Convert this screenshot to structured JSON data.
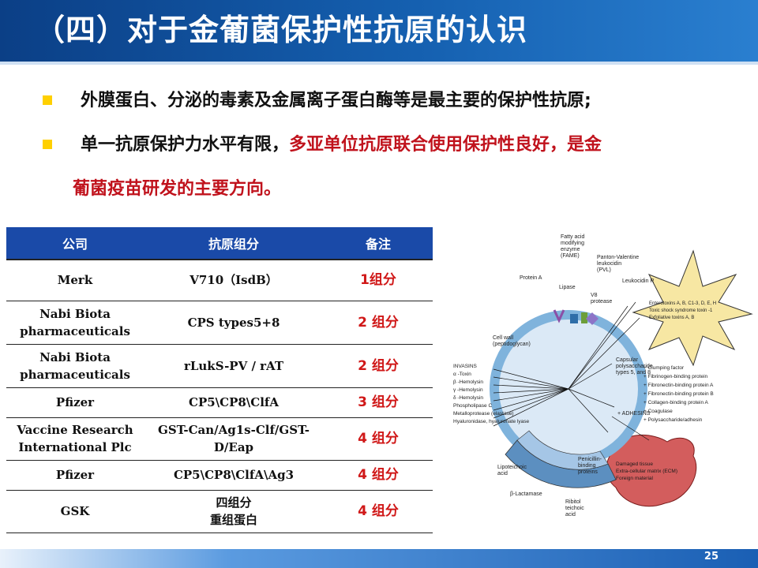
{
  "title": "（四）对于金葡菌保护性抗原的认识",
  "bullets": {
    "b1": "外膜蛋白、分泌的毒素及金属离子蛋白酶等是最主要的保护性抗原;",
    "b2_black": "单一抗原保护力水平有限，",
    "b2_red_1": "多亚单位抗原联合使用保护性良好，是金",
    "b2_red_2": "葡菌疫苗研发的主要方向。"
  },
  "table": {
    "headers": [
      "公司",
      "抗原组分",
      "备注"
    ],
    "rows": [
      {
        "company": "Merk",
        "antigen": "V710（IsdB）",
        "note": "1组分"
      },
      {
        "company": "Nabi Biota pharmaceuticals",
        "antigen": "CPS types5+8",
        "note": "2 组分"
      },
      {
        "company": "Nabi Biota pharmaceuticals",
        "antigen": "rLukS-PV / rAT",
        "note": "2 组分"
      },
      {
        "company": "Pfizer",
        "antigen": "CP5\\CP8\\ClfA",
        "note": "3 组分"
      },
      {
        "company": "Vaccine Research International Plc",
        "antigen": "GST-Can/Ag1s-Clf/GST-D/Eap",
        "note": "4 组分"
      },
      {
        "company": "Pfizer",
        "antigen": "CP5\\CP8\\ClfA\\Ag3",
        "note": "4 组分"
      },
      {
        "company": "GSK",
        "antigen_l1": "四组分",
        "antigen_l2": "重组蛋白",
        "note": "4 组分"
      }
    ]
  },
  "diagram": {
    "fatty_acid": [
      "Fatty acid",
      "modifying",
      "enzyme",
      "(FAME)"
    ],
    "pvl": [
      "Panton-Valentine",
      "leukocidin",
      "(PVL)"
    ],
    "protein_a": "Protein A",
    "lipase": "Lipase",
    "v8": [
      "V8",
      "protease"
    ],
    "leukocidin_r": "Leukocidin R",
    "toxins": [
      "Enterotoxins A, B, C1-3, D, E, H",
      "Toxic shock syndrome toxin -1",
      "Exfoliative toxins A, B"
    ],
    "cell_wall": [
      "Cell wall",
      "(peptidoglycan)"
    ],
    "capsular": [
      "Capsular",
      "polysaccharide",
      "types 5, and 8"
    ],
    "invasins": [
      "INVASINS",
      "α -Toxin",
      "β -Hemolysin",
      "γ -Hemolysin",
      "δ -Hemolysin",
      "Phospholipase C",
      "Metalloprotease (elastase)",
      "Hyaluronidase, hyaluronate lyase"
    ],
    "adhesins_list": [
      "+ Clumping factor",
      "+ Fibrinogen-binding protein",
      "+ Fibronectin-binding protein A",
      "+ Fibronectin-binding protein B",
      "+ Collagen-binding protein A",
      "+ Coagulase",
      "+ Polysaccharide/adhesin"
    ],
    "adhesins_title": "+ ADHESINS",
    "pbp": [
      "Penicillin-",
      "binding",
      "proteins"
    ],
    "lipoteichoic": [
      "Lipoteichoic",
      "acid"
    ],
    "lactamase": "β-Lactamase",
    "ribitol": [
      "Ribitol",
      "teichoic",
      "acid"
    ],
    "damaged": [
      "Damaged tissue",
      "Extra-cellular matrix (ECM)",
      "Foreign material"
    ],
    "colors": {
      "cell_core": "#dbe9f6",
      "cell_wall": "#7fb3dc",
      "toxin_star": "#f7e7a3",
      "damaged_tissue": "#d35d5d"
    }
  },
  "page_number": "25"
}
